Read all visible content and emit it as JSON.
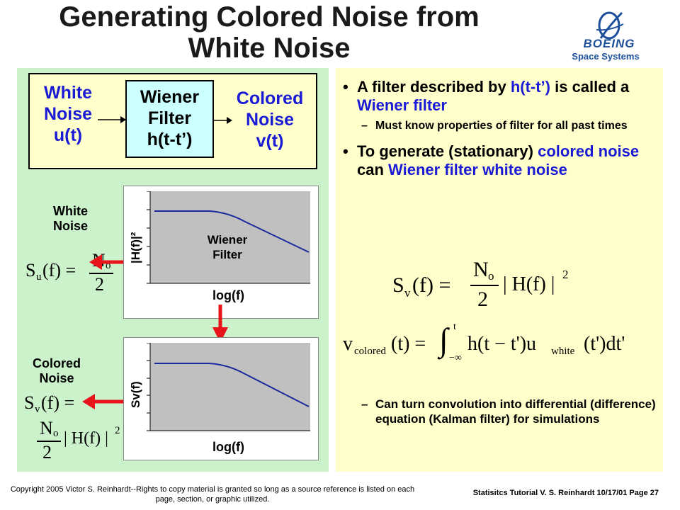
{
  "title": {
    "line1": "Generating Colored Noise from",
    "line2": "White Noise"
  },
  "logo": {
    "name": "BOEING",
    "subtitle": "Space Systems",
    "icon": "boeing-globe-icon"
  },
  "diagram": {
    "input": [
      "White",
      "Noise",
      "u(t)"
    ],
    "filter": [
      "Wiener",
      "Filter",
      "h(t-t’)"
    ],
    "output": [
      "Colored",
      "Noise",
      "v(t)"
    ]
  },
  "plots": {
    "top": {
      "side_label": [
        "White",
        "Noise"
      ],
      "ylabel": "|H(f)|²",
      "xlabel": "log(f)",
      "inner_label": [
        "Wiener",
        "Filter"
      ]
    },
    "bottom": {
      "side_label": [
        "Colored",
        "Noise"
      ],
      "ylabel": "Sv(f)",
      "xlabel": "log(f)"
    }
  },
  "equations": {
    "su": {
      "lhs": "S",
      "lhs_sub": "u",
      "arg": "(f) =",
      "num": "N",
      "num_sub": "o",
      "den": "2"
    },
    "sv_left": {
      "lhs": "S",
      "lhs_sub": "v",
      "arg": "(f) ="
    },
    "sv_left_rhs": {
      "num": "N",
      "num_sub": "o",
      "den": "2",
      "tail": "| H(f) |",
      "exp": "2"
    },
    "sv_right": {
      "lhs": "S",
      "lhs_sub": "v",
      "arg": "(f) =",
      "num": "N",
      "num_sub": "o",
      "den": "2",
      "tail": "| H(f) |",
      "exp": "2"
    },
    "conv": {
      "v": "v",
      "v_sub": "colored",
      "mid": "(t) =",
      "int_top": "t",
      "int_bot": "−∞",
      "body": "h(t − t')u",
      "u_sub": "white",
      "end": "(t')dt'"
    }
  },
  "bullets": [
    {
      "parts": [
        {
          "t": "A filter described by ",
          "c": "k"
        },
        {
          "t": "h(t-t’)",
          "c": "b"
        },
        {
          "t": " is called a ",
          "c": "k"
        },
        {
          "t": "Wiener filter",
          "c": "b"
        }
      ],
      "sub": [
        "Must know properties of filter for all past times"
      ]
    },
    {
      "parts": [
        {
          "t": "To generate (stationary) ",
          "c": "k"
        },
        {
          "t": "colored noise",
          "c": "b"
        },
        {
          "t": " can ",
          "c": "k"
        },
        {
          "t": "Wiener filter white noise",
          "c": "b"
        }
      ],
      "sub": []
    }
  ],
  "sub_bullet_bottom": "Can turn convolution into differential (difference) equation (Kalman filter) for simulations",
  "footer": {
    "copyright": "Copyright 2005 Victor S. Reinhardt--Rights to copy material is granted so long as a source reference is listed on each page, section, or graphic utilized.",
    "right": "Statisitcs Tutorial V. S. Reinhardt 10/17/01 Page 27"
  },
  "colors": {
    "left_panel": "#ccf2cc",
    "right_panel": "#ffffcc",
    "filter_box": "#ccffff",
    "accent_blue": "#1b1bd6",
    "arrow_red": "#e8141c",
    "curve_blue": "#1a2a9c"
  }
}
